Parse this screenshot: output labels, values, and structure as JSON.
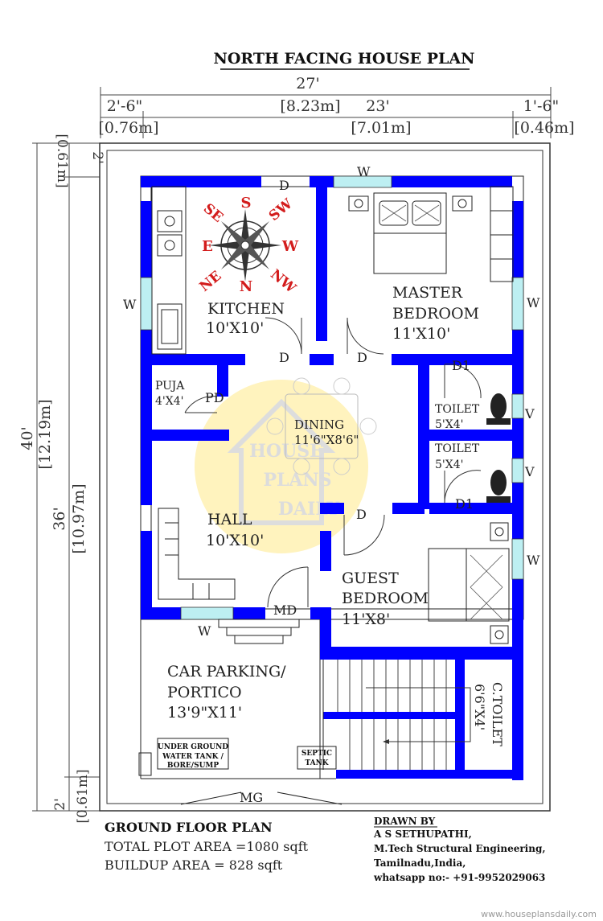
{
  "title": "NORTH FACING HOUSE PLAN",
  "dimensions": {
    "top_total": "27'",
    "top_total_m": "[8.23m]",
    "top_left": "2'-6\"",
    "top_left_m": "[0.76m]",
    "top_mid": "23'",
    "top_mid_m": "[7.01m]",
    "top_right": "1'-6\"",
    "top_right_m": "[0.46m]",
    "left_total": "40'",
    "left_total_m": "[12.19m]",
    "left_top": "2'",
    "left_top_m": "[0.61m]",
    "left_mid": "36'",
    "left_mid_m": "[10.97m]",
    "left_bottom": "2'",
    "left_bottom_m": "[0.61m]"
  },
  "rooms": {
    "kitchen": "KITCHEN",
    "kitchen_size": "10'X10'",
    "master_line1": "MASTER",
    "master_line2": "BEDROOM",
    "master_size": "11'X10'",
    "puja": "PUJA",
    "puja_size": "4'X4'",
    "dining": "DINING",
    "dining_size": "11'6\"X8'6\"",
    "toilet1": "TOILET",
    "toilet1_size": "5'X4'",
    "toilet2": "TOILET",
    "toilet2_size": "5'X4'",
    "hall": "HALL",
    "hall_size": "10'X10'",
    "guest_line1": "GUEST",
    "guest_line2": "BEDROOM",
    "guest_size": "11'X8'",
    "parking_line1": "CAR PARKING/",
    "parking_line2": "PORTICO",
    "parking_size": "13'9\"X11'",
    "ctoilet": "C.TOILET",
    "ctoilet_size": "6'6\"X4'",
    "water_tank_line1": "UNDER GROUND",
    "water_tank_line2": "WATER TANK /",
    "water_tank_line3": "BORE/SUMP",
    "septic_line1": "SEPTIC",
    "septic_line2": "TANK"
  },
  "labels": {
    "w": "W",
    "d": "D",
    "d1": "D1",
    "pd": "PD",
    "md": "MD",
    "v": "V",
    "mg": "MG"
  },
  "compass": {
    "s": "S",
    "se": "SE",
    "sw": "SW",
    "e": "E",
    "w": "W",
    "ne": "NE",
    "n": "N",
    "nw": "NW"
  },
  "watermark": {
    "line1": "HOUSE",
    "line2": "PLANS",
    "line3": "DAILY"
  },
  "info": {
    "heading": "GROUND FLOOR PLAN",
    "plot_area": "TOTAL PLOT AREA =1080 sqft",
    "buildup_area": "BUILDUP AREA = 828 sqft"
  },
  "credits": {
    "drawn_by": "DRAWN BY",
    "name": "A S SETHUPATHI,",
    "qualification": "M.Tech Structural Engineering,",
    "location": "Tamilnadu,India,",
    "contact": "whatsapp no:- +91-9952029063"
  },
  "footer_url": "www.houseplansdaily.com",
  "colors": {
    "wall": "#0000ff",
    "window": "#bdeff2",
    "compass_text": "#d31c1c",
    "watermark": "#fff1b3"
  }
}
